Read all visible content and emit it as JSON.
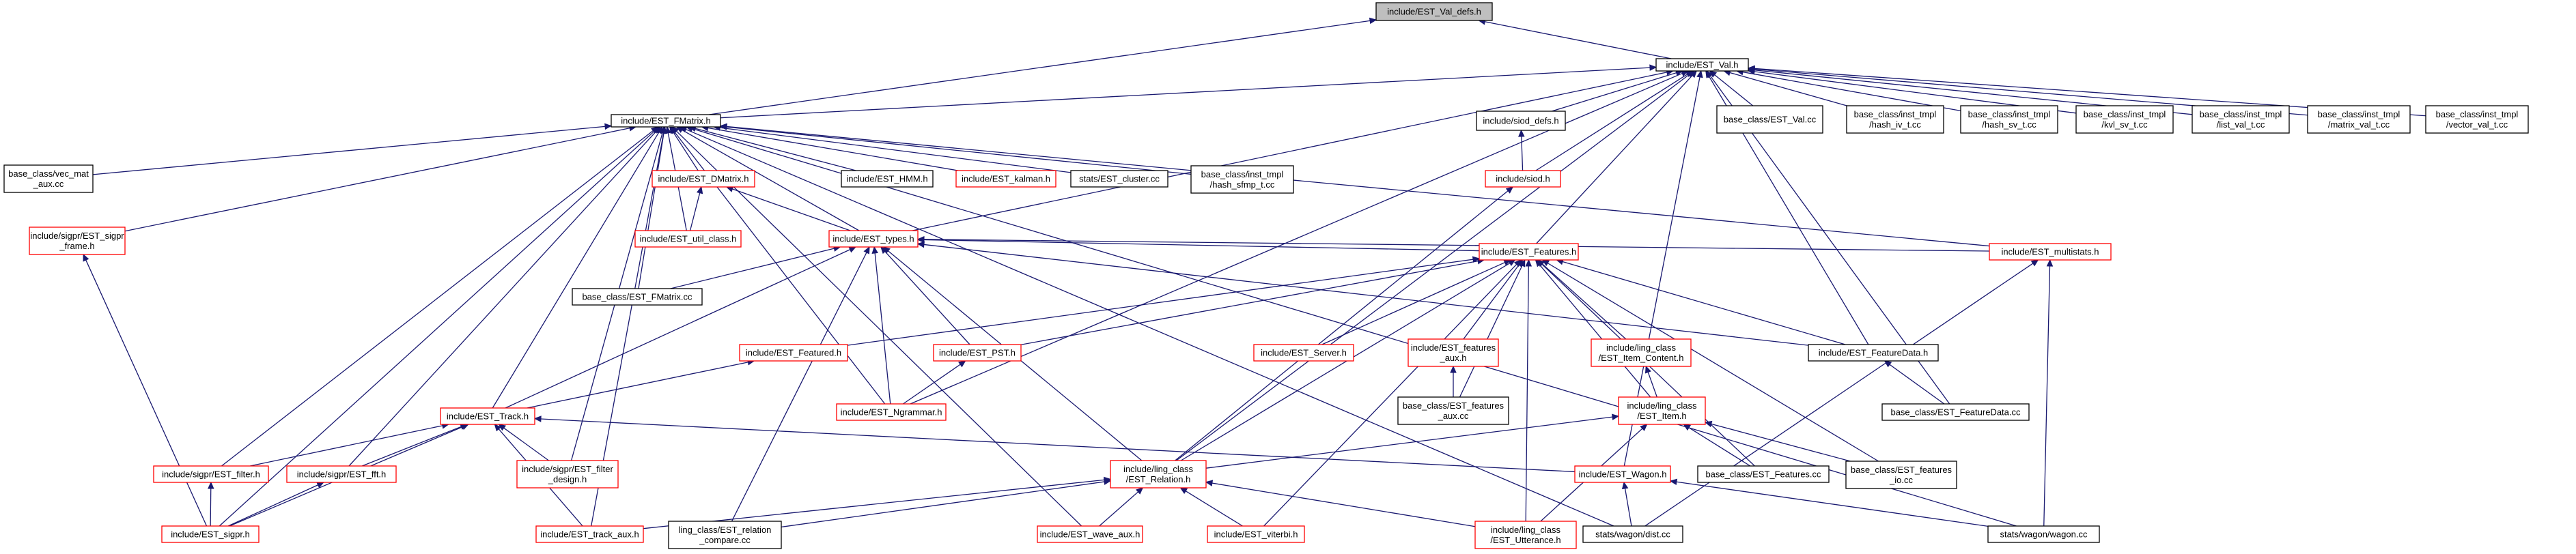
{
  "colors": {
    "root_fill": "#bfbfbf",
    "root_border": "#000000",
    "normal_border": "#000000",
    "truncated_border": "#ff0000",
    "edge": "#191970",
    "background": "#ffffff"
  },
  "nodes": {
    "valdefs": {
      "lines": [
        "include/EST_Val_defs.h"
      ],
      "kind": "root"
    },
    "val": {
      "lines": [
        "include/EST_Val.h"
      ],
      "kind": "normal"
    },
    "fmatrix_h": {
      "lines": [
        "include/EST_FMatrix.h"
      ],
      "kind": "normal"
    },
    "siod_defs": {
      "lines": [
        "include/siod_defs.h"
      ],
      "kind": "normal"
    },
    "val_cc": {
      "lines": [
        "base_class/EST_Val.cc"
      ],
      "kind": "normal"
    },
    "hash_iv": {
      "lines": [
        "base_class/inst_tmpl",
        "/hash_iv_t.cc"
      ],
      "kind": "normal"
    },
    "hash_sv": {
      "lines": [
        "base_class/inst_tmpl",
        "/hash_sv_t.cc"
      ],
      "kind": "normal"
    },
    "kvl_sv": {
      "lines": [
        "base_class/inst_tmpl",
        "/kvl_sv_t.cc"
      ],
      "kind": "normal"
    },
    "list_val": {
      "lines": [
        "base_class/inst_tmpl",
        "/list_val_t.cc"
      ],
      "kind": "normal"
    },
    "matrix_val": {
      "lines": [
        "base_class/inst_tmpl",
        "/matrix_val_t.cc"
      ],
      "kind": "normal"
    },
    "vector_val": {
      "lines": [
        "base_class/inst_tmpl",
        "/vector_val_t.cc"
      ],
      "kind": "normal"
    },
    "vec_mat": {
      "lines": [
        "base_class/vec_mat",
        "_aux.cc"
      ],
      "kind": "normal"
    },
    "sigpr_frame": {
      "lines": [
        "include/sigpr/EST_sigpr",
        "_frame.h"
      ],
      "kind": "truncated"
    },
    "dmatrix": {
      "lines": [
        "include/EST_DMatrix.h"
      ],
      "kind": "truncated"
    },
    "hmm": {
      "lines": [
        "include/EST_HMM.h"
      ],
      "kind": "normal"
    },
    "kalman": {
      "lines": [
        "include/EST_kalman.h"
      ],
      "kind": "truncated"
    },
    "cluster": {
      "lines": [
        "stats/EST_cluster.cc"
      ],
      "kind": "normal"
    },
    "hash_sfmp": {
      "lines": [
        "base_class/inst_tmpl",
        "/hash_sfmp_t.cc"
      ],
      "kind": "normal"
    },
    "siod_h": {
      "lines": [
        "include/siod.h"
      ],
      "kind": "truncated"
    },
    "util_class": {
      "lines": [
        "include/EST_util_class.h"
      ],
      "kind": "truncated"
    },
    "types": {
      "lines": [
        "include/EST_types.h"
      ],
      "kind": "truncated"
    },
    "fmatrix_cc": {
      "lines": [
        "base_class/EST_FMatrix.cc"
      ],
      "kind": "normal"
    },
    "features_h": {
      "lines": [
        "include/EST_Features.h"
      ],
      "kind": "truncated"
    },
    "multistats": {
      "lines": [
        "include/EST_multistats.h"
      ],
      "kind": "truncated"
    },
    "featured": {
      "lines": [
        "include/EST_Featured.h"
      ],
      "kind": "truncated"
    },
    "pst": {
      "lines": [
        "include/EST_PST.h"
      ],
      "kind": "truncated"
    },
    "server": {
      "lines": [
        "include/EST_Server.h"
      ],
      "kind": "truncated"
    },
    "features_aux_h": {
      "lines": [
        "include/EST_features",
        "_aux.h"
      ],
      "kind": "truncated"
    },
    "item_content": {
      "lines": [
        "include/ling_class",
        "/EST_Item_Content.h"
      ],
      "kind": "truncated"
    },
    "featuredata_h": {
      "lines": [
        "include/EST_FeatureData.h"
      ],
      "kind": "normal"
    },
    "features_aux_cc": {
      "lines": [
        "base_class/EST_features",
        "_aux.cc"
      ],
      "kind": "normal"
    },
    "featuredata_cc": {
      "lines": [
        "base_class/EST_FeatureData.cc"
      ],
      "kind": "normal"
    },
    "ngrammar": {
      "lines": [
        "include/EST_Ngrammar.h"
      ],
      "kind": "truncated"
    },
    "item": {
      "lines": [
        "include/ling_class",
        "/EST_Item.h"
      ],
      "kind": "truncated"
    },
    "track": {
      "lines": [
        "include/EST_Track.h"
      ],
      "kind": "truncated"
    },
    "filter": {
      "lines": [
        "include/sigpr/EST_filter.h"
      ],
      "kind": "truncated"
    },
    "fft": {
      "lines": [
        "include/sigpr/EST_fft.h"
      ],
      "kind": "truncated"
    },
    "filter_design": {
      "lines": [
        "include/sigpr/EST_filter",
        "_design.h"
      ],
      "kind": "truncated"
    },
    "relation": {
      "lines": [
        "include/ling_class",
        "/EST_Relation.h"
      ],
      "kind": "truncated"
    },
    "wagon_h": {
      "lines": [
        "include/EST_Wagon.h"
      ],
      "kind": "truncated"
    },
    "features_cc": {
      "lines": [
        "base_class/EST_Features.cc"
      ],
      "kind": "normal"
    },
    "features_io": {
      "lines": [
        "base_class/EST_features",
        "_io.cc"
      ],
      "kind": "normal"
    },
    "sigpr_h": {
      "lines": [
        "include/EST_sigpr.h"
      ],
      "kind": "truncated"
    },
    "track_aux": {
      "lines": [
        "include/EST_track_aux.h"
      ],
      "kind": "truncated"
    },
    "rel_compare": {
      "lines": [
        "ling_class/EST_relation",
        "_compare.cc"
      ],
      "kind": "normal"
    },
    "wave_aux": {
      "lines": [
        "include/EST_wave_aux.h"
      ],
      "kind": "truncated"
    },
    "viterbi": {
      "lines": [
        "include/EST_viterbi.h"
      ],
      "kind": "truncated"
    },
    "utterance": {
      "lines": [
        "include/ling_class",
        "/EST_Utterance.h"
      ],
      "kind": "truncated"
    },
    "dist_cc": {
      "lines": [
        "stats/wagon/dist.cc"
      ],
      "kind": "normal"
    },
    "wagon_cc": {
      "lines": [
        "stats/wagon/wagon.cc"
      ],
      "kind": "normal"
    }
  },
  "edges": [
    [
      "val",
      "valdefs"
    ],
    [
      "fmatrix_h",
      "valdefs"
    ],
    [
      "fmatrix_h",
      "val"
    ],
    [
      "siod_defs",
      "val"
    ],
    [
      "val_cc",
      "val"
    ],
    [
      "hash_iv",
      "val"
    ],
    [
      "hash_sv",
      "val"
    ],
    [
      "kvl_sv",
      "val"
    ],
    [
      "list_val",
      "val"
    ],
    [
      "matrix_val",
      "val"
    ],
    [
      "vector_val",
      "val"
    ],
    [
      "siod_h",
      "val"
    ],
    [
      "features_h",
      "val"
    ],
    [
      "featuredata_h",
      "val"
    ],
    [
      "featuredata_cc",
      "val"
    ],
    [
      "relation",
      "val"
    ],
    [
      "wagon_h",
      "val"
    ],
    [
      "types",
      "val"
    ],
    [
      "ngrammar",
      "val"
    ],
    [
      "siod_h",
      "siod_defs"
    ],
    [
      "vec_mat",
      "fmatrix_h"
    ],
    [
      "sigpr_frame",
      "fmatrix_h"
    ],
    [
      "dmatrix",
      "fmatrix_h"
    ],
    [
      "hmm",
      "fmatrix_h"
    ],
    [
      "kalman",
      "fmatrix_h"
    ],
    [
      "cluster",
      "fmatrix_h"
    ],
    [
      "hash_sfmp",
      "fmatrix_h"
    ],
    [
      "util_class",
      "fmatrix_h"
    ],
    [
      "types",
      "fmatrix_h"
    ],
    [
      "fmatrix_cc",
      "fmatrix_h"
    ],
    [
      "multistats",
      "fmatrix_h"
    ],
    [
      "ngrammar",
      "fmatrix_h"
    ],
    [
      "track",
      "fmatrix_h"
    ],
    [
      "filter",
      "fmatrix_h"
    ],
    [
      "fft",
      "fmatrix_h"
    ],
    [
      "filter_design",
      "fmatrix_h"
    ],
    [
      "sigpr_h",
      "fmatrix_h"
    ],
    [
      "track_aux",
      "fmatrix_h"
    ],
    [
      "wave_aux",
      "fmatrix_h"
    ],
    [
      "dist_cc",
      "fmatrix_h"
    ],
    [
      "wagon_cc",
      "fmatrix_h"
    ],
    [
      "util_class",
      "dmatrix"
    ],
    [
      "types",
      "dmatrix"
    ],
    [
      "relation",
      "siod_h"
    ],
    [
      "fmatrix_cc",
      "types"
    ],
    [
      "features_h",
      "types"
    ],
    [
      "multistats",
      "types"
    ],
    [
      "pst",
      "types"
    ],
    [
      "ngrammar",
      "types"
    ],
    [
      "track",
      "types"
    ],
    [
      "relation",
      "types"
    ],
    [
      "rel_compare",
      "types"
    ],
    [
      "featuredata_h",
      "types"
    ],
    [
      "featured",
      "features_h"
    ],
    [
      "pst",
      "features_h"
    ],
    [
      "server",
      "features_h"
    ],
    [
      "features_aux_h",
      "features_h"
    ],
    [
      "item_content",
      "features_h"
    ],
    [
      "featuredata_h",
      "features_h"
    ],
    [
      "features_aux_cc",
      "features_h"
    ],
    [
      "item",
      "features_h"
    ],
    [
      "features_cc",
      "features_h"
    ],
    [
      "features_io",
      "features_h"
    ],
    [
      "relation",
      "features_h"
    ],
    [
      "utterance",
      "features_h"
    ],
    [
      "viterbi",
      "features_h"
    ],
    [
      "wagon_cc",
      "multistats"
    ],
    [
      "dist_cc",
      "multistats"
    ],
    [
      "featuredata_cc",
      "featuredata_h"
    ],
    [
      "features_aux_cc",
      "features_aux_h"
    ],
    [
      "item",
      "item_content"
    ],
    [
      "track",
      "featured"
    ],
    [
      "ngrammar",
      "pst"
    ],
    [
      "relation",
      "item"
    ],
    [
      "utterance",
      "item"
    ],
    [
      "features_cc",
      "item"
    ],
    [
      "features_io",
      "item"
    ],
    [
      "filter",
      "track"
    ],
    [
      "fft",
      "track"
    ],
    [
      "filter_design",
      "track"
    ],
    [
      "sigpr_h",
      "track"
    ],
    [
      "track_aux",
      "track"
    ],
    [
      "wagon_h",
      "track"
    ],
    [
      "sigpr_h",
      "sigpr_frame"
    ],
    [
      "sigpr_h",
      "filter"
    ],
    [
      "sigpr_h",
      "fft"
    ],
    [
      "track_aux",
      "relation"
    ],
    [
      "rel_compare",
      "relation"
    ],
    [
      "wave_aux",
      "relation"
    ],
    [
      "viterbi",
      "relation"
    ],
    [
      "utterance",
      "relation"
    ],
    [
      "dist_cc",
      "wagon_h"
    ],
    [
      "wagon_cc",
      "wagon_h"
    ]
  ]
}
